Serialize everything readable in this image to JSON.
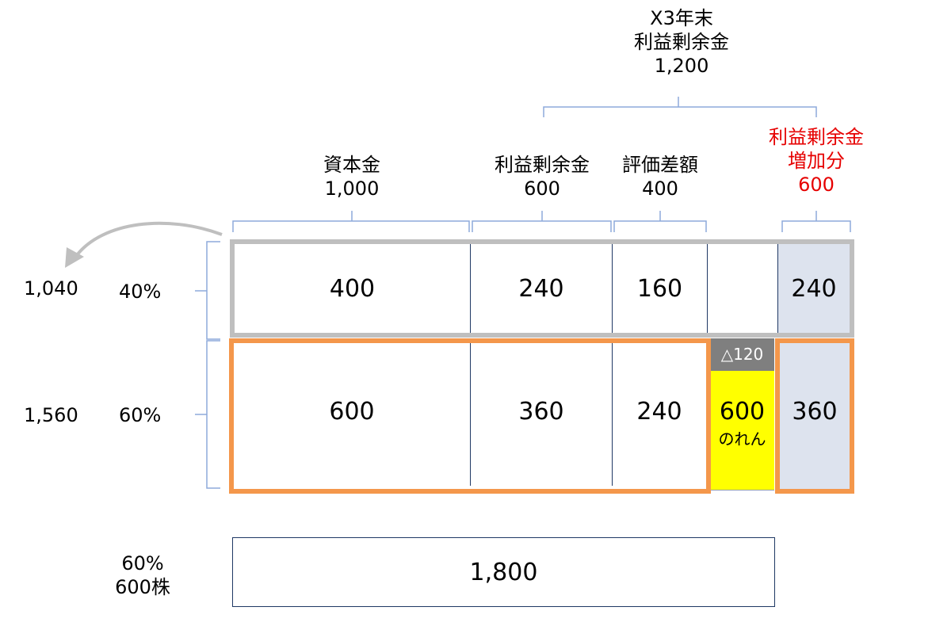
{
  "top_label": {
    "line1": "X3年末",
    "line2": "利益剰余金",
    "line3": "1,200"
  },
  "headers": {
    "capital": {
      "name": "資本金",
      "value": "1,000"
    },
    "retained": {
      "name": "利益剰余金",
      "value": "600"
    },
    "valuation": {
      "name": "評価差額",
      "value": "400"
    },
    "increase": {
      "line1": "利益剰余金",
      "line2": "増加分",
      "value": "600"
    }
  },
  "minority_row": {
    "total": "1,040",
    "ratio": "40%",
    "capital": "400",
    "retained": "240",
    "valuation": "160",
    "increase": "240"
  },
  "parent_row": {
    "total": "1,560",
    "ratio": "60%",
    "capital": "600",
    "retained": "360",
    "valuation": "240",
    "increase": "360"
  },
  "goodwill": {
    "adjustment": "△120",
    "value": "600",
    "label": "のれん"
  },
  "investment": {
    "ratio": "60%",
    "shares": "600株",
    "value": "1,800"
  },
  "colors": {
    "gray_border": "#bfbfbf",
    "orange_border": "#f4974b",
    "goodwill_fill": "#ffff00",
    "increase_fill": "#dde3ee",
    "adjust_fill": "#7f7f7f",
    "bracket": "#8eaadb",
    "emphasis": "#e60000"
  }
}
